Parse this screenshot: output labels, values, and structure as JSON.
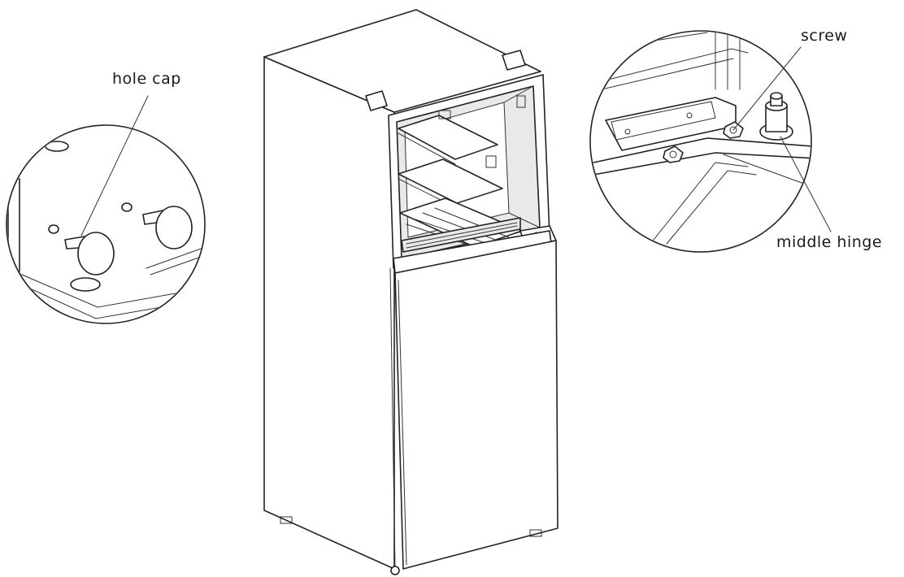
{
  "labels": {
    "hole_cap": "hole cap",
    "screw": "screw",
    "middle_hinge": "middle hinge"
  },
  "colors": {
    "line": "#222222",
    "background": "#ffffff"
  }
}
